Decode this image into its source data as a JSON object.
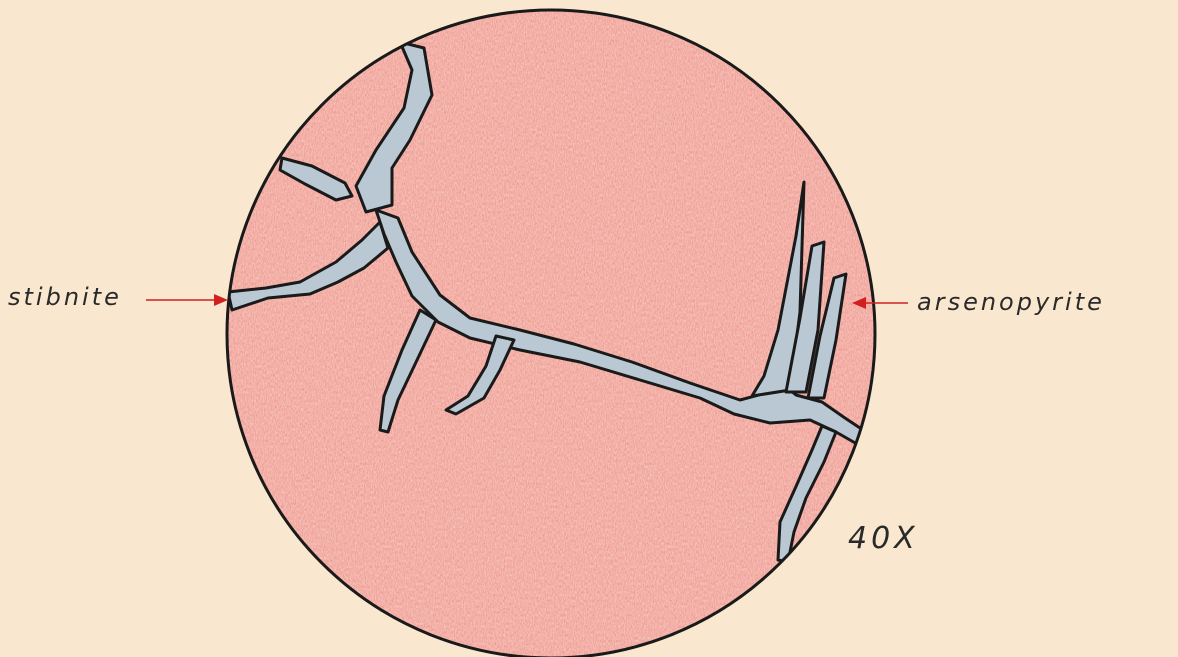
{
  "labels": {
    "left_mineral": "stibnite",
    "right_mineral": "arsenopyrite",
    "magnification": "40X"
  },
  "colors": {
    "paper": "#f9e8cf",
    "arsenopyrite_fill": "#ef8f80",
    "stibnite_fill": "#b9c8d2",
    "outline": "#1a1a1a",
    "pointer_arrow": "#d02020"
  }
}
